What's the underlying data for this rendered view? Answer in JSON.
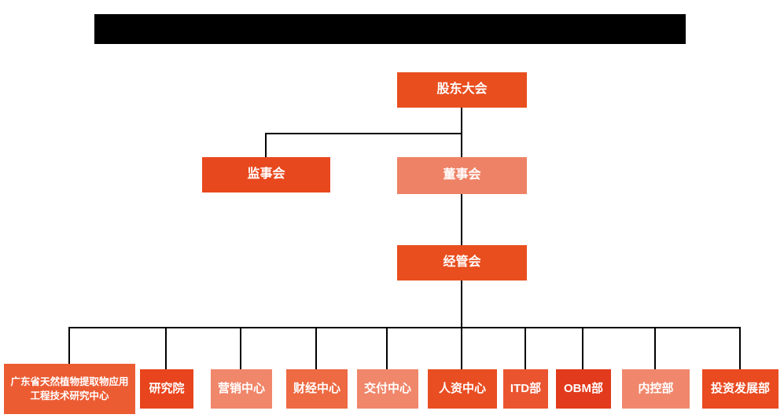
{
  "org": {
    "root": {
      "label": "股东大会",
      "color": "#e94e1e"
    },
    "level2": [
      {
        "label": "监事会",
        "color": "#e8481e"
      },
      {
        "label": "董事会",
        "color": "#ee8266"
      }
    ],
    "level3": {
      "label": "经管会",
      "color": "#e94e1e"
    },
    "departments": [
      {
        "label": "广东省天然植物提取物应用工程技术研究中心",
        "color": "#ec5c33"
      },
      {
        "label": "研究院",
        "color": "#e8451e"
      },
      {
        "label": "营销中心",
        "color": "#f0866a"
      },
      {
        "label": "财经中心",
        "color": "#ed6a42"
      },
      {
        "label": "交付中心",
        "color": "#f0866a"
      },
      {
        "label": "人资中心",
        "color": "#e94e22"
      },
      {
        "label": "ITD部",
        "color": "#ea5530"
      },
      {
        "label": "OBM部",
        "color": "#e23a1c"
      },
      {
        "label": "内控部",
        "color": "#f0876c"
      },
      {
        "label": "投资发展部",
        "color": "#e94a20"
      }
    ]
  },
  "colors": {
    "connector": "#000000",
    "node_text": "#ffffff",
    "background": "#ffffff",
    "redaction_bar": "#000000"
  }
}
